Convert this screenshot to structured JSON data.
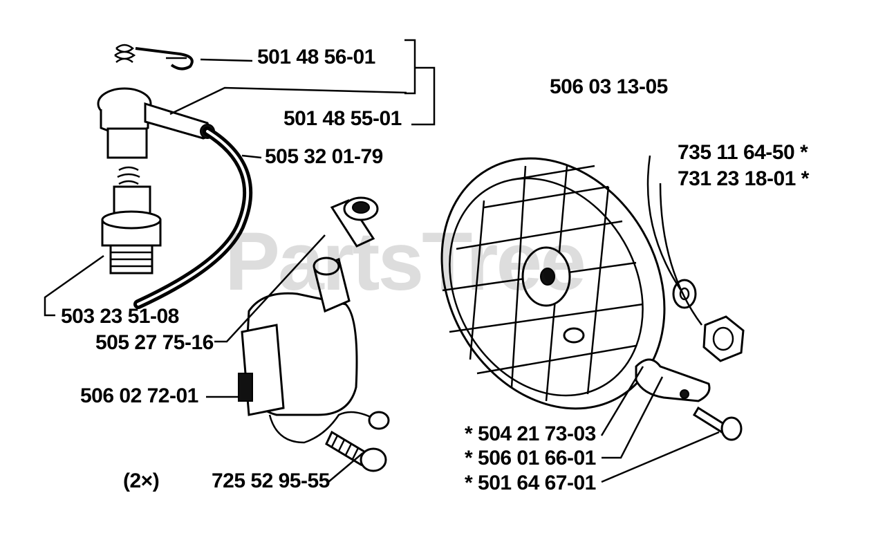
{
  "watermark": "PartsTree",
  "labels": {
    "p501485601": "501 48 56-01",
    "p501485501": "501 48 55-01",
    "p505320179": "505 32 01-79",
    "p503235108": "503 23 51-08",
    "p505277516": "505 27 75-16",
    "p506027201": "506 02 72-01",
    "p2x": "(2×)",
    "p725529555": "725 52 95-55",
    "p506031305": "506 03 13-05",
    "p735116450": "735 11 64-50  *",
    "p731231801": "731 23 18-01  *",
    "p504217303": "*  504 21 73-03",
    "p506016601": "*  506 01 66-01",
    "p501646701": "*  501 64 67-01"
  },
  "colors": {
    "ink": "#000000",
    "background": "#ffffff",
    "watermark": "#000000"
  }
}
